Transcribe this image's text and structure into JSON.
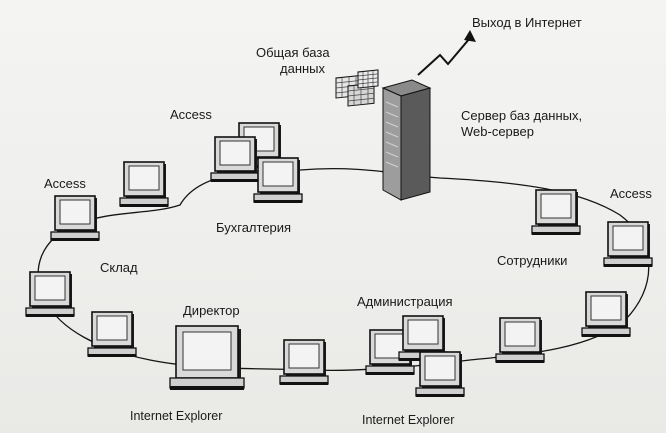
{
  "labels": {
    "internet_exit": "Выход в Интернет",
    "shared_db_line1": "Общая база",
    "shared_db_line2": "данных",
    "server_line1": "Сервер баз данных,",
    "server_line2": "Web-сервер",
    "access_top": "Access",
    "access_left": "Access",
    "access_right": "Access",
    "accounting": "Бухгалтерия",
    "warehouse": "Склад",
    "employees": "Сотрудники",
    "director": "Директор",
    "administration": "Администрация",
    "ie_left": "Internet Explorer",
    "ie_right": "Internet Explorer"
  }
}
